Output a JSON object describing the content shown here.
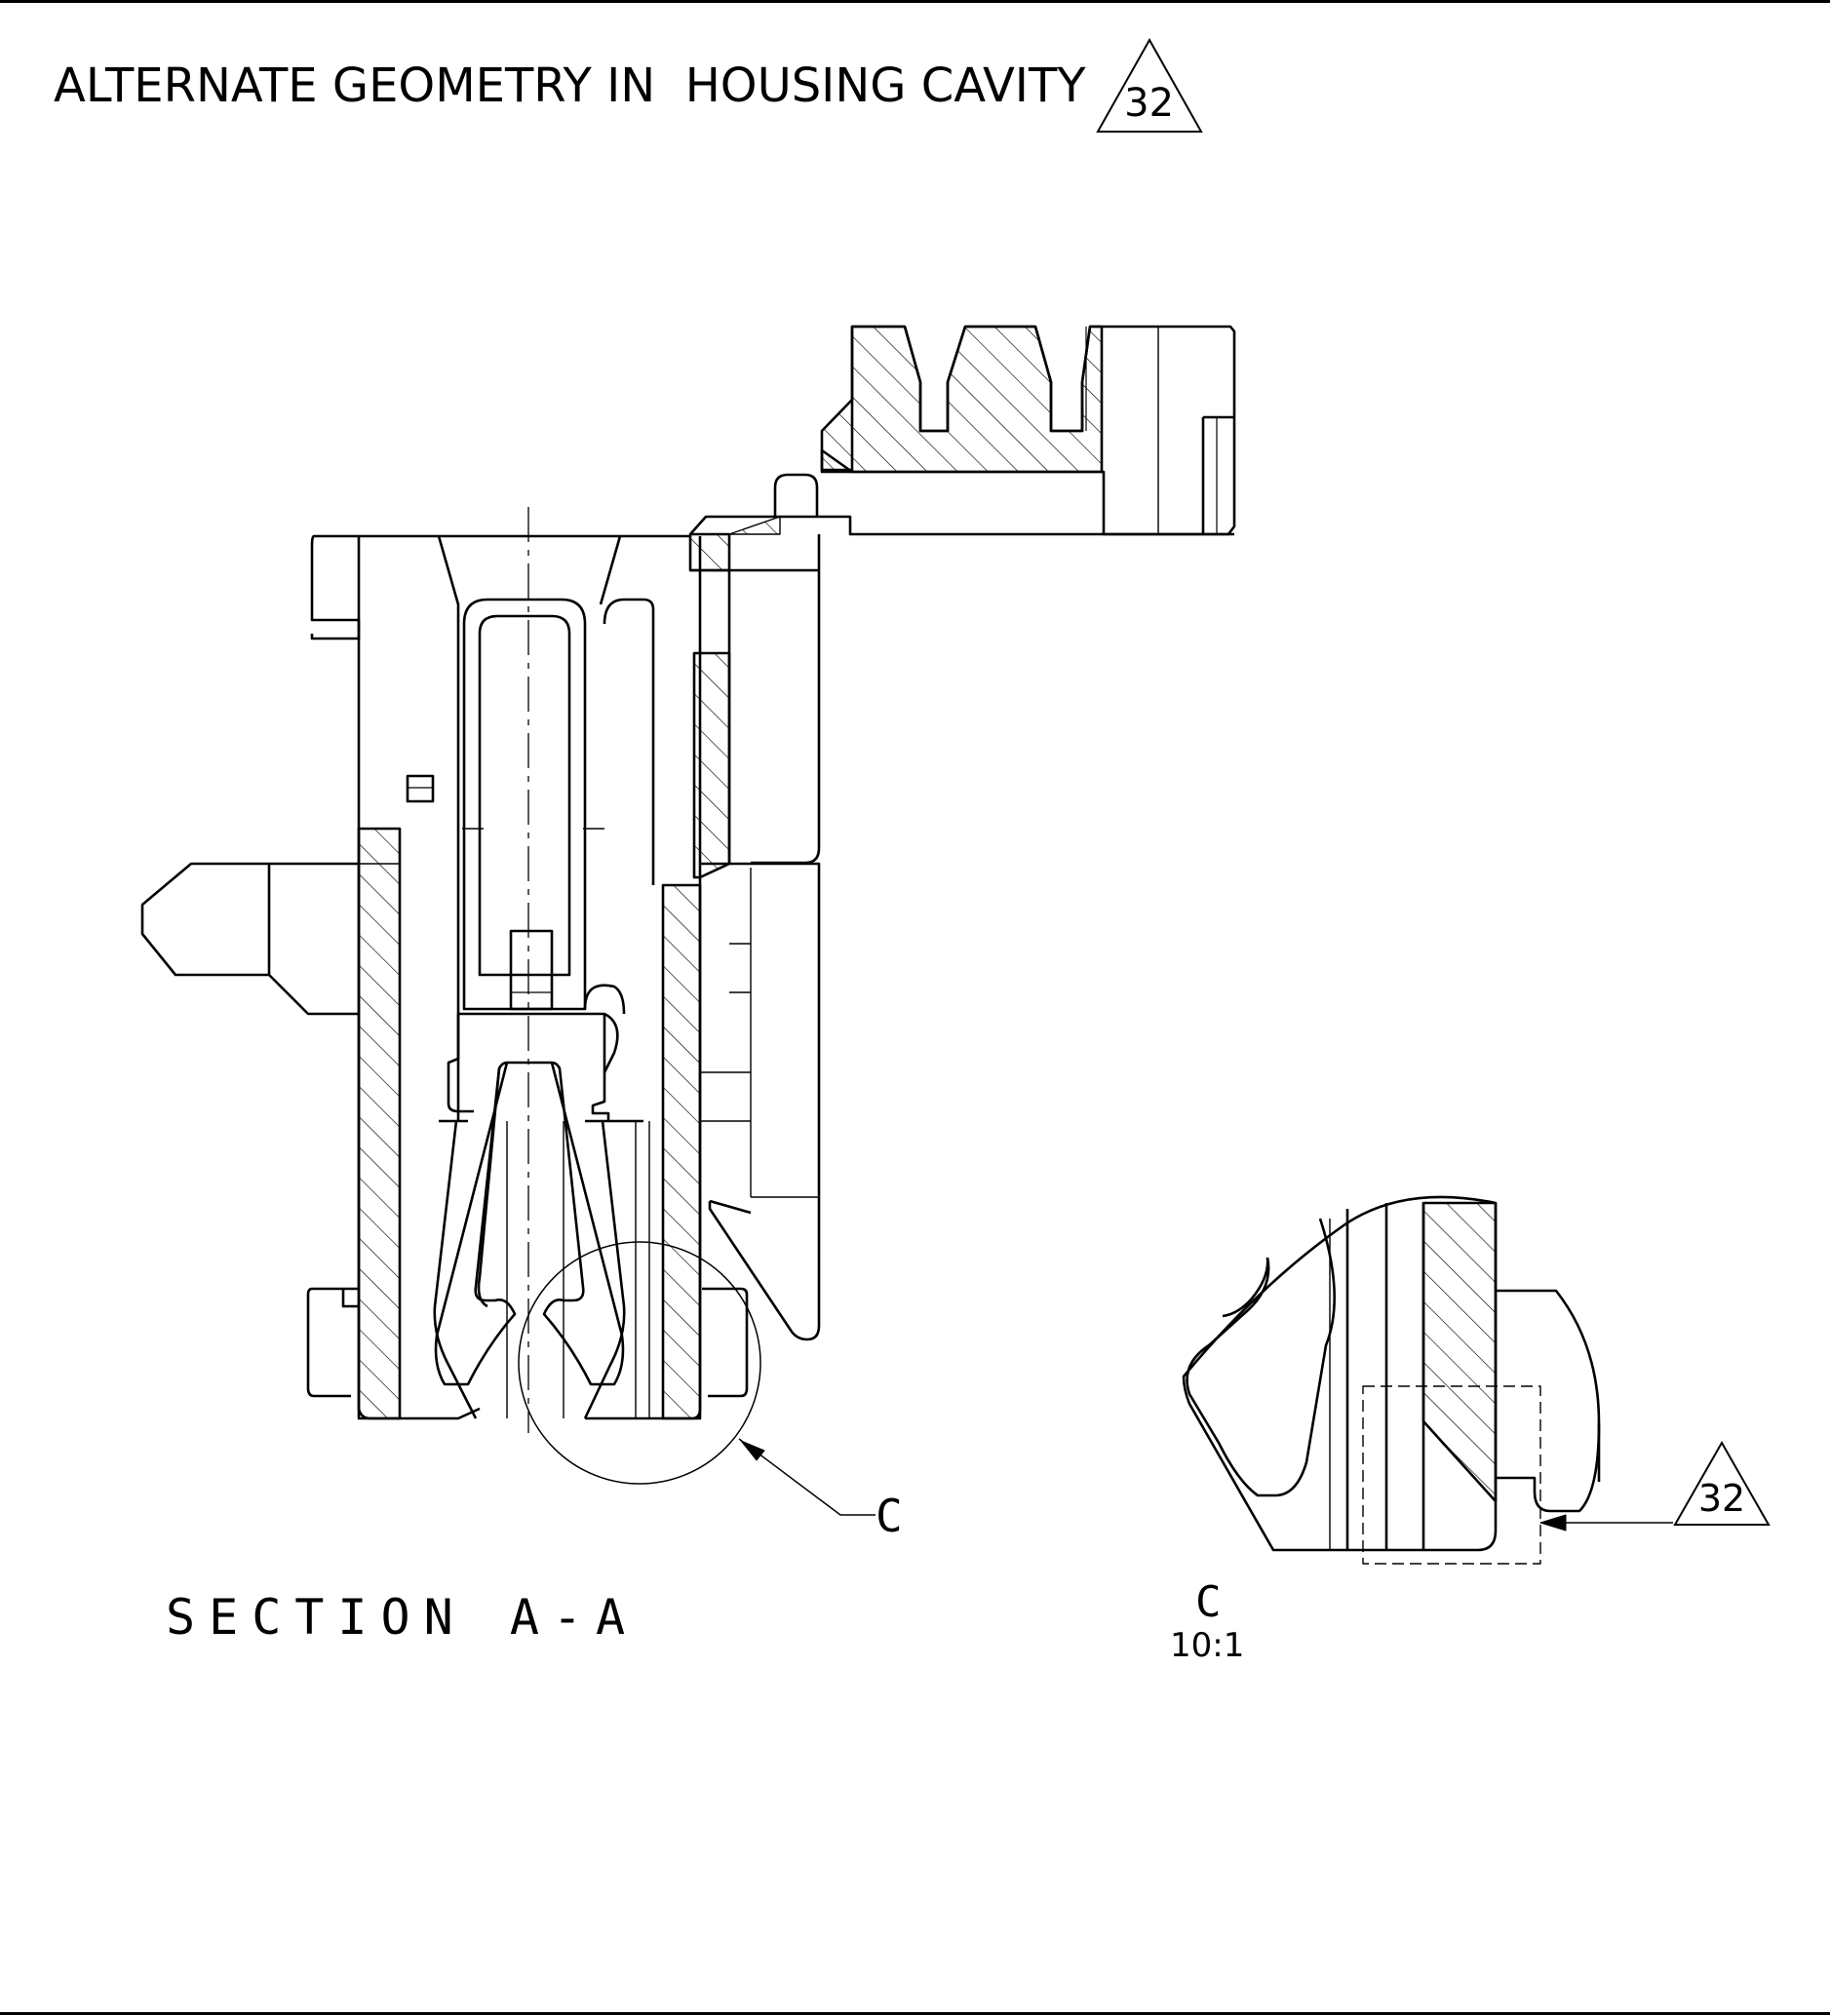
{
  "title": {
    "text": "ALTERNATE GEOMETRY IN  HOUSING CAVITY",
    "revision": "32"
  },
  "section_view": {
    "label": "SECTION A-A",
    "detail_callout": "C"
  },
  "detail_view": {
    "label": "C",
    "scale": "10:1",
    "revision": "32"
  },
  "colors": {
    "line": "#000000",
    "background": "#ffffff"
  }
}
